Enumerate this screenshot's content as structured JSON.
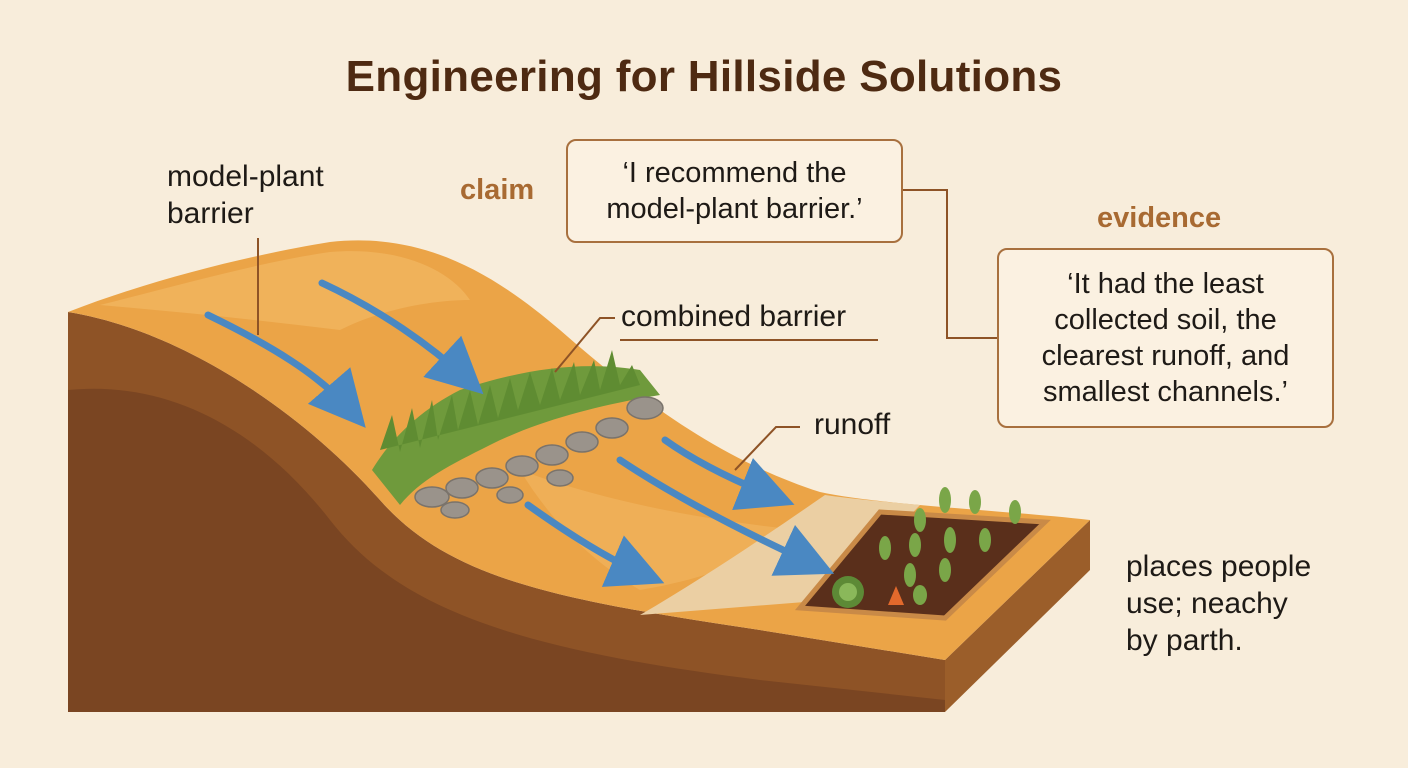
{
  "title": "Engineering for Hillside Solutions",
  "labels": {
    "model_plant_1": "model-plant",
    "model_plant_2": "barrier",
    "claim_tag": "claim",
    "evidence_tag": "evidence",
    "combined_barrier": "combined barrier",
    "runoff": "runoff",
    "places_1": "places people",
    "places_2": "use; neachy",
    "places_3": "by parth."
  },
  "claim_quote": {
    "line1": "‘I recommend the",
    "line2": "model-plant barrier.’"
  },
  "evidence_quote": {
    "line1": "‘It had the least",
    "line2": "collected soil, the",
    "line3": "clearest runoff, and",
    "line4": "smallest channels.’"
  },
  "colors": {
    "background": "#f8eddb",
    "soil_top": "#eba447",
    "soil_side": "#8e5326",
    "arrow": "#4a88c2",
    "grass": "#6f9a3c",
    "stone": "#9a938b",
    "tag_text": "#a86a32",
    "title_text": "#4e2a12"
  },
  "icons": {
    "flow_arrows": "water-flow-arrow-icon",
    "plants": "grass-icon",
    "stones": "stone-icon",
    "garden": "vegetable-garden-icon"
  }
}
